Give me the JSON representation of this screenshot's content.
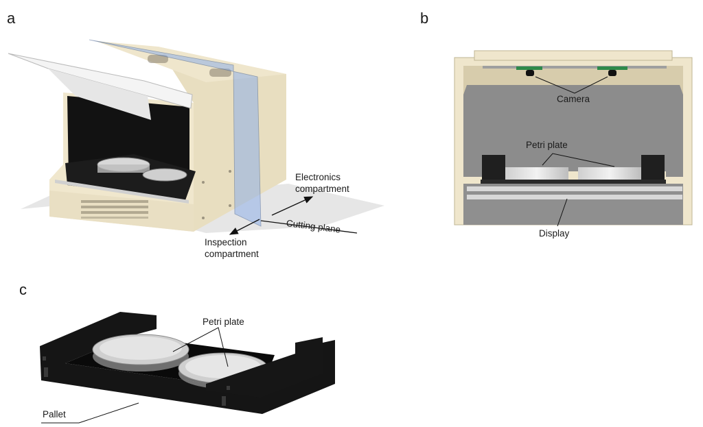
{
  "figure": {
    "panels": [
      {
        "label": "a",
        "annotations": {
          "electronics_line1": "Electronics",
          "electronics_line2": "compartment",
          "cutting_plane": "Cutting plane",
          "inspection_line1": "Inspection",
          "inspection_line2": "compartment"
        }
      },
      {
        "label": "b",
        "annotations": {
          "camera": "Camera",
          "petri_plate": "Petri plate",
          "display": "Display"
        }
      },
      {
        "label": "c",
        "annotations": {
          "petri_plate": "Petri plate",
          "pallet": "Pallet"
        }
      }
    ],
    "colors": {
      "housing": "#efe6cc",
      "housing_shade": "#ddd2b2",
      "cutting_plane": "#8fb0e8",
      "interior_gray": "#8c8c8c",
      "pallet_black": "#151515",
      "pcb_green": "#2f8a4a"
    }
  }
}
